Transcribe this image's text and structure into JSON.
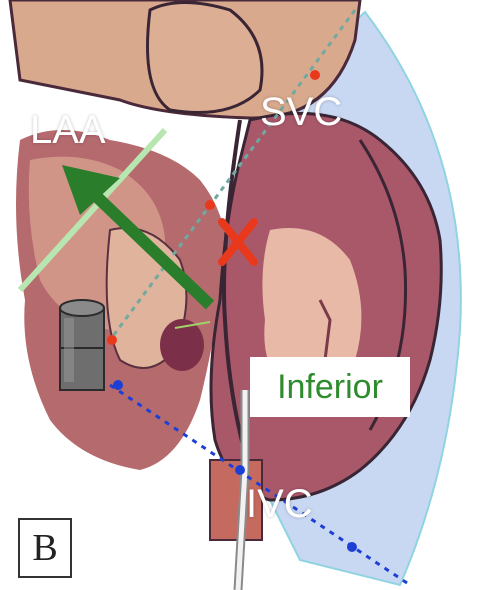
{
  "labels": {
    "laa": "LAA",
    "svc": "SVC",
    "ivc": "IVC",
    "inferior": "Inferior",
    "panel": "B"
  },
  "colors": {
    "fluoro_wedge": "#c8d8f2",
    "arrow_green": "#2a7d2a",
    "plane_line": "#b8e6b0",
    "marker_red": "#e8391c",
    "dot_blue": "#1e3fd6",
    "tissue_pink": "#a9586a",
    "tissue_light": "#e7b9a6"
  },
  "icons": {
    "x_marker": "x-cross-icon",
    "arrow": "arrow-icon",
    "device": "cylinder-device-icon"
  }
}
